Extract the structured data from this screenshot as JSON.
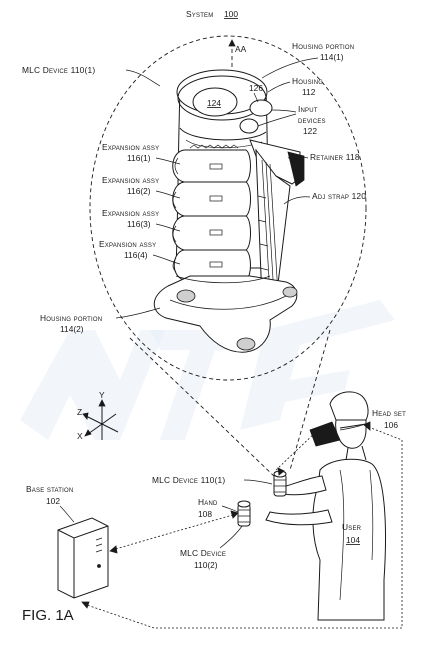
{
  "figure": {
    "system_label": "System",
    "system_number": "100",
    "fig_label": "FIG. 1A"
  },
  "labels": {
    "mlc_device_top": "MLC Device 110(1)",
    "housing_portion_top": "Housing portion",
    "housing_portion_top_num": "114(1)",
    "aa": "AA",
    "housing": "Housing",
    "housing_num": "112",
    "num_126": "126",
    "num_124": "124",
    "input_devices_1": "Input",
    "input_devices_2": "devices",
    "input_devices_num": "122",
    "retainer": "Retainer 118",
    "adj_strap": "Adj strap 120",
    "expansion_assy": "Expansion assy",
    "exp_1": "116(1)",
    "exp_2": "116(2)",
    "exp_3": "116(3)",
    "exp_4": "116(4)",
    "housing_portion_bottom": "Housing portion",
    "housing_portion_bottom_num": "114(2)",
    "axis_y": "Y",
    "axis_z": "Z",
    "axis_x": "X",
    "head_set": "Head set",
    "head_set_num": "106",
    "mlc_device_mid": "MLC Device 110(1)",
    "hand": "Hand",
    "hand_num": "108",
    "base_station": "Base station",
    "base_station_num": "102",
    "user": "User",
    "user_num": "104",
    "mlc_device_bottom_1": "MLC Device",
    "mlc_device_bottom_2": "110(2)"
  },
  "colors": {
    "ink": "#1a1a1a",
    "watermark": "#e8eef7"
  }
}
